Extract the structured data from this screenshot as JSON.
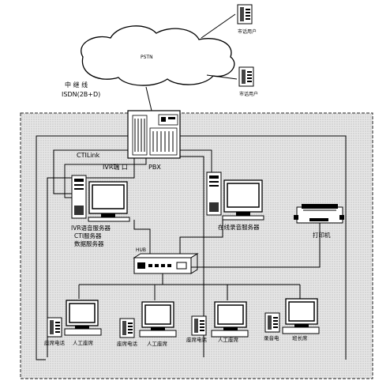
{
  "network": {
    "pstn_label": "PSTN",
    "trunk_label": "中 继 线",
    "isdn_label": "ISDN(2B+D)"
  },
  "pbx": {
    "cti_link_label": "CTILink",
    "ivr_port_label": "IVR端 口",
    "pbx_label": "PBX"
  },
  "servers": {
    "ivr_server_lines": [
      "IVR语音服务器",
      "CTI服务器",
      "数据服务器"
    ],
    "recording_server_label": "在线录音服务器"
  },
  "hub_label": "HUB",
  "printer_label": "打印机",
  "users": {
    "top_user_label": "市话用户",
    "bottom_user_label": "市话用户"
  },
  "workstations": [
    {
      "phone_label": "座席电话",
      "pc_label": "人工座席"
    },
    {
      "phone_label": "座席电话",
      "pc_label": "人工座席"
    },
    {
      "phone_label": "座席电话",
      "pc_label": "人工座席"
    },
    {
      "phone_label": "录音电",
      "pc_label": "班长席"
    }
  ]
}
